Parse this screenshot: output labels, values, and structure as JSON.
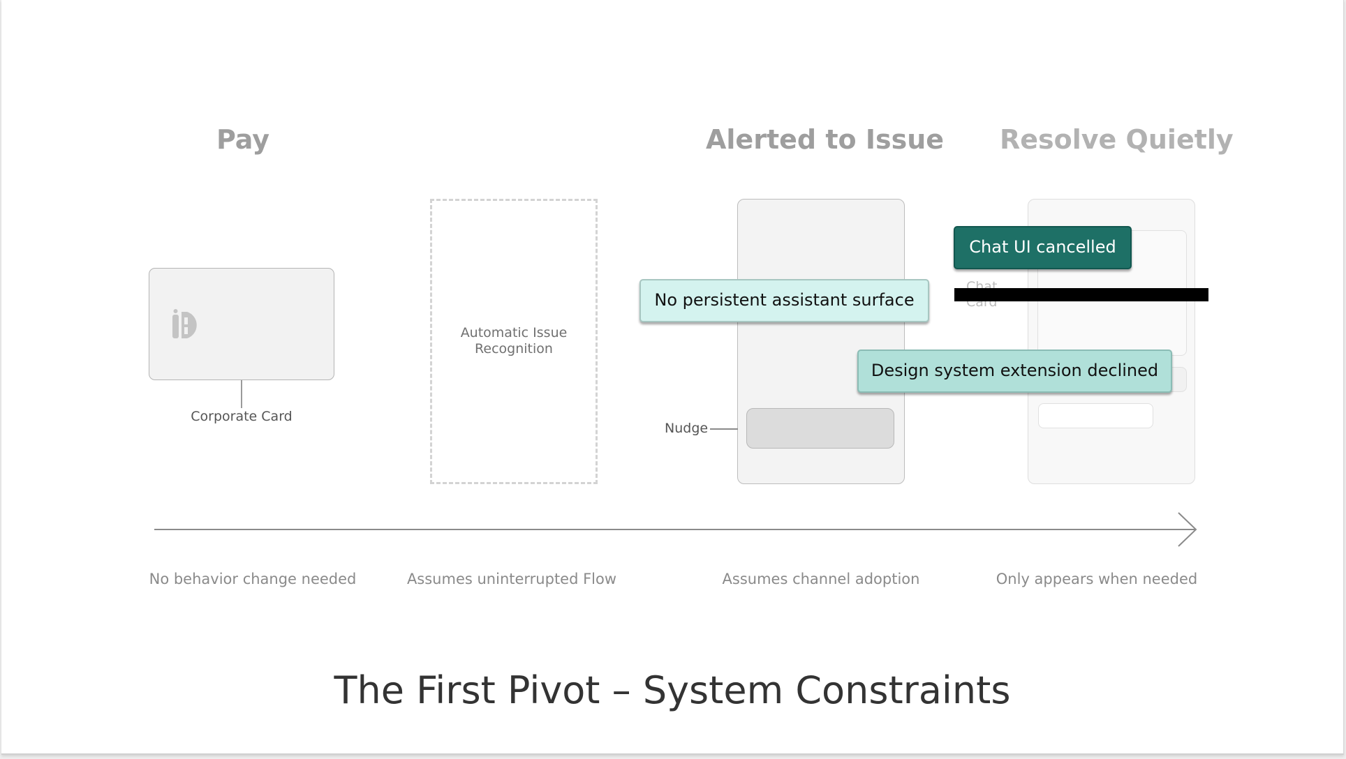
{
  "stages": {
    "pay_title": "Pay",
    "alerted_title": "Alerted to Issue",
    "resolve_title": "Resolve Quietly"
  },
  "labels": {
    "corporate_card": "Corporate Card",
    "automatic_issue": "Automatic Issue Recognition",
    "nudge": "Nudge",
    "chat_ghost_line1": "Chat",
    "chat_ghost_line2": "Card"
  },
  "constraints": {
    "chat_ui": "Chat UI cancelled",
    "persistent_surface": "No persistent assistant surface",
    "design_system": "Design system extension declined"
  },
  "captions": [
    "No behavior change needed",
    "Assumes uninterrupted Flow",
    "Assumes channel adoption",
    "Only appears when needed"
  ],
  "title": "The First Pivot – System Constraints",
  "colors": {
    "accent_dark": "#1e7066",
    "accent_light": "#d4f3ef",
    "accent_mid": "#b0e0d9"
  }
}
